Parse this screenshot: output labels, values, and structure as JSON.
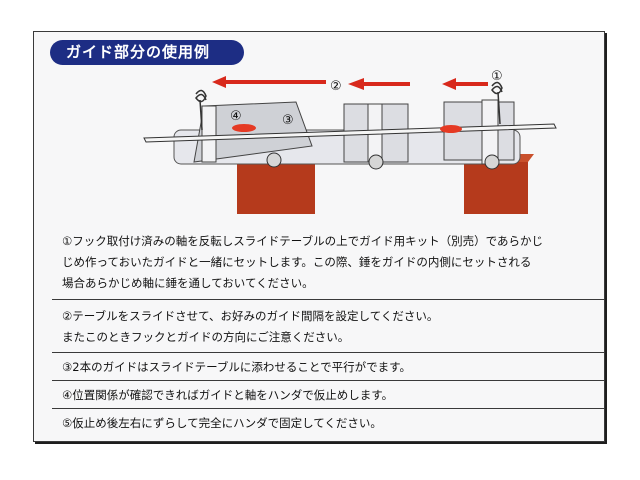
{
  "header": {
    "title": "ガイド部分の使用例"
  },
  "diagram": {
    "markers": [
      "①",
      "②",
      "③",
      "④"
    ],
    "colors": {
      "arrow": "#d8291c",
      "block": "#b53a1c",
      "plate": "#d9dadf",
      "pill": "#1d2d84"
    }
  },
  "steps": [
    {
      "lines": [
        "①フック取付け済みの軸を反転しスライドテーブルの上でガイド用キット（別売）であらかじ",
        "じめ作っておいたガイドと一緒にセットします。この際、錘をガイドの内側にセットされる",
        "場合あらかじめ軸に錘を通しておいてください。"
      ]
    },
    {
      "lines": [
        "②テーブルをスライドさせて、お好みのガイド間隔を設定してください。",
        "またこのときフックとガイドの方向にご注意ください。"
      ]
    },
    {
      "lines": [
        "③2本のガイドはスライドテーブルに添わせることで平行がでます。"
      ]
    },
    {
      "lines": [
        "④位置関係が確認できればガイドと軸をハンダで仮止めします。"
      ]
    },
    {
      "lines": [
        "⑤仮止め後左右にずらして完全にハンダで固定してください。"
      ]
    }
  ]
}
